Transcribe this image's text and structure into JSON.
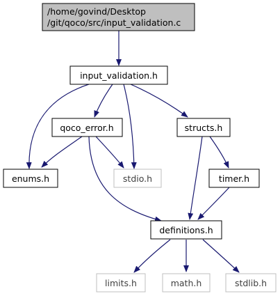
{
  "colors": {
    "edge": "#191970",
    "root_fill": "#bfbfbf",
    "node_fill": "#ffffff",
    "node_border": "#000000",
    "system_border": "#bfbfbf"
  },
  "nodes": {
    "root": {
      "line1": "/home/govind/Desktop",
      "line2": "/git/qoco/src/input_validation.c"
    },
    "input_validation": {
      "label": "input_validation.h"
    },
    "qoco_error": {
      "label": "qoco_error.h"
    },
    "structs": {
      "label": "structs.h"
    },
    "enums": {
      "label": "enums.h"
    },
    "stdio": {
      "label": "stdio.h"
    },
    "timer": {
      "label": "timer.h"
    },
    "definitions": {
      "label": "definitions.h"
    },
    "limits": {
      "label": "limits.h"
    },
    "math": {
      "label": "math.h"
    },
    "stdlib": {
      "label": "stdlib.h"
    }
  }
}
